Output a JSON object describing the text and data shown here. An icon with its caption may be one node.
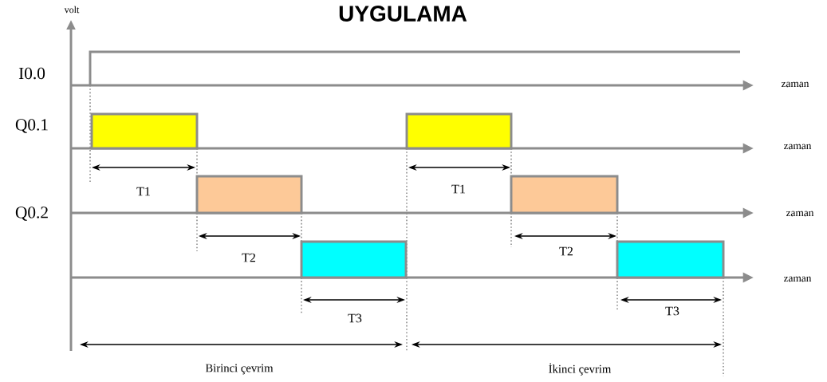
{
  "diagram": {
    "title": "UYGULAMA",
    "nodes": [
      {
        "text": [],
        "shape": "box"
      },
      {
        "text": [],
        "shape": "box"
      },
      {
        "text": [],
        "shape": "box"
      },
      {
        "text": [],
        "shape": "box"
      },
      {
        "text": [],
        "shape": "box"
      },
      {
        "text": [],
        "shape": "box"
      }
    ],
    "labels": [
      "volt",
      "I0.0",
      "zaman",
      "Q0.1",
      "zaman",
      "T1",
      "T1",
      "Q0.2",
      "zaman",
      "T2",
      "T2",
      "zaman",
      "T3",
      "T3",
      "Birinci çevrim",
      "İkinci çevrim"
    ]
  }
}
